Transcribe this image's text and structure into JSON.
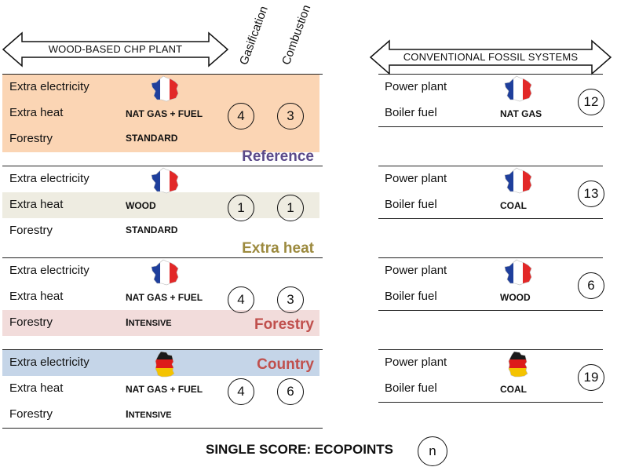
{
  "left_header": {
    "arrow_label": "WOOD-BASED CHP PLANT"
  },
  "right_header": {
    "arrow_label": "CONVENTIONAL FOSSIL SYSTEMS"
  },
  "columns": {
    "gasification": "Gasification",
    "combustion": "Combustion"
  },
  "colors": {
    "reference_band": "#fbd5b4",
    "extra_heat_band": "#eeece1",
    "forestry_band": "#f2dcdb",
    "country_band": "#c5d5e8",
    "reference_tag": "#5b4a8a",
    "extra_heat_tag": "#9c8a3e",
    "forestry_tag": "#c0504d",
    "country_tag": "#c0504d"
  },
  "scenarios": [
    {
      "labels": [
        "Extra electricity",
        "Extra heat",
        "Forestry"
      ],
      "heat_fuel": "NAT GAS + FUEL",
      "forestry": "STANDARD",
      "country_flag": "france-flag-icon",
      "gasification": "4",
      "combustion": "3",
      "tag": "Reference"
    },
    {
      "labels": [
        "Extra electricity",
        "Extra heat",
        "Forestry"
      ],
      "heat_fuel": "WOOD",
      "forestry": "STANDARD",
      "country_flag": "france-flag-icon",
      "gasification": "1",
      "combustion": "1",
      "tag": "Extra heat"
    },
    {
      "labels": [
        "Extra electricity",
        "Extra heat",
        "Forestry"
      ],
      "heat_fuel": "NAT GAS + FUEL",
      "forestry": "Intensive",
      "country_flag": "france-flag-icon",
      "gasification": "4",
      "combustion": "3",
      "tag": "Forestry"
    },
    {
      "labels": [
        "Extra electricity",
        "Extra heat",
        "Forestry"
      ],
      "heat_fuel": "NAT GAS + FUEL",
      "forestry": "Intensive",
      "country_flag": "germany-flag-icon",
      "gasification": "4",
      "combustion": "6",
      "tag": "Country"
    }
  ],
  "fossil": [
    {
      "labels": [
        "Power plant",
        "Boiler fuel"
      ],
      "fuel": "NAT GAS",
      "country_flag": "france-flag-icon",
      "score": "12"
    },
    {
      "labels": [
        "Power plant",
        "Boiler fuel"
      ],
      "fuel": "COAL",
      "country_flag": "france-flag-icon",
      "score": "13"
    },
    {
      "labels": [
        "Power plant",
        "Boiler fuel"
      ],
      "fuel": "WOOD",
      "country_flag": "france-flag-icon",
      "score": "6"
    },
    {
      "labels": [
        "Power plant",
        "Boiler fuel"
      ],
      "fuel": "COAL",
      "country_flag": "germany-flag-icon",
      "score": "19"
    }
  ],
  "footer": {
    "title": "SINGLE SCORE: ECOPOINTS",
    "legend_symbol": "n"
  }
}
